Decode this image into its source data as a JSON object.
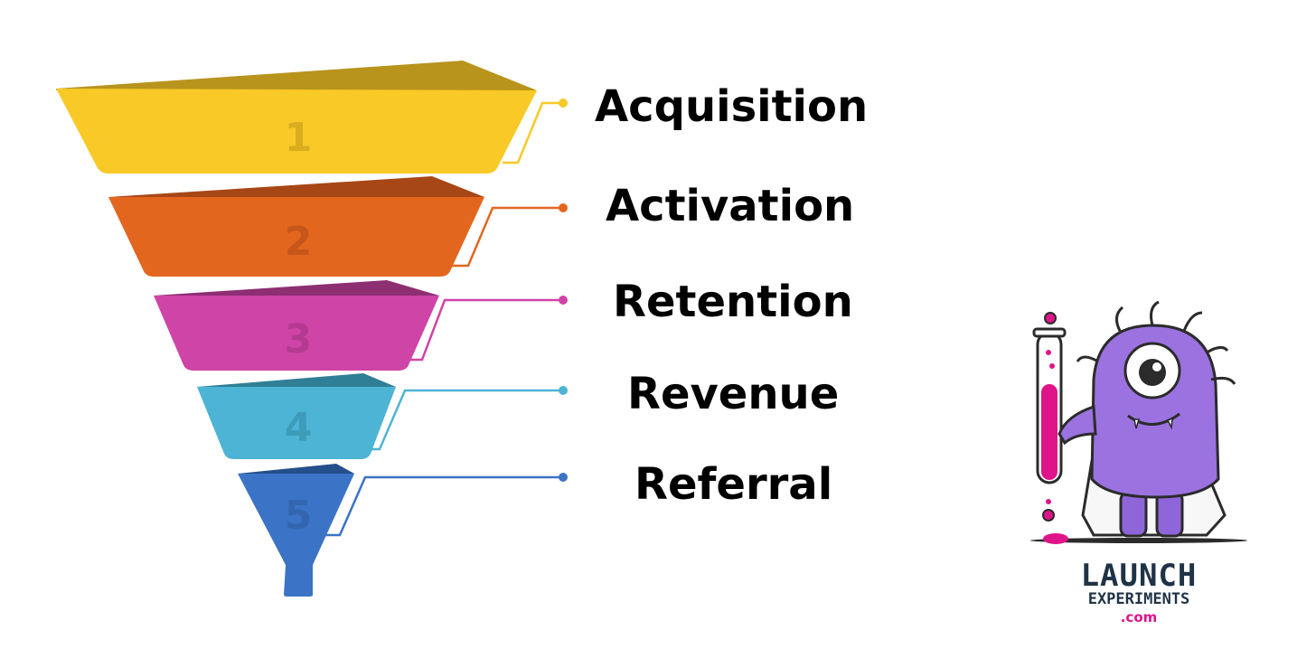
{
  "stages": [
    {
      "number": "1",
      "label": "Acquisition",
      "color": "#f9c927",
      "top_color": "#b8941c",
      "num_color": "#d9ad1e"
    },
    {
      "number": "2",
      "label": "Activation",
      "color": "#e3661f",
      "top_color": "#a84716",
      "num_color": "#c65619"
    },
    {
      "number": "3",
      "label": "Retention",
      "color": "#cf44a7",
      "top_color": "#8e2e73",
      "num_color": "#b33a90"
    },
    {
      "number": "4",
      "label": "Revenue",
      "color": "#4db4d5",
      "top_color": "#2f7f96",
      "num_color": "#3c9cb9"
    },
    {
      "number": "5",
      "label": "Referral",
      "color": "#3b73c6",
      "top_color": "#244f8a",
      "num_color": "#3466b0"
    }
  ],
  "logo": {
    "line1": "LAUNCH",
    "line2": "EXPERIMENTS",
    "line3": ".com",
    "mascot": "purple-one-eyed-monster-scientist-holding-test-tube",
    "text_color": "#1f3346",
    "accent_color": "#e0148a"
  }
}
